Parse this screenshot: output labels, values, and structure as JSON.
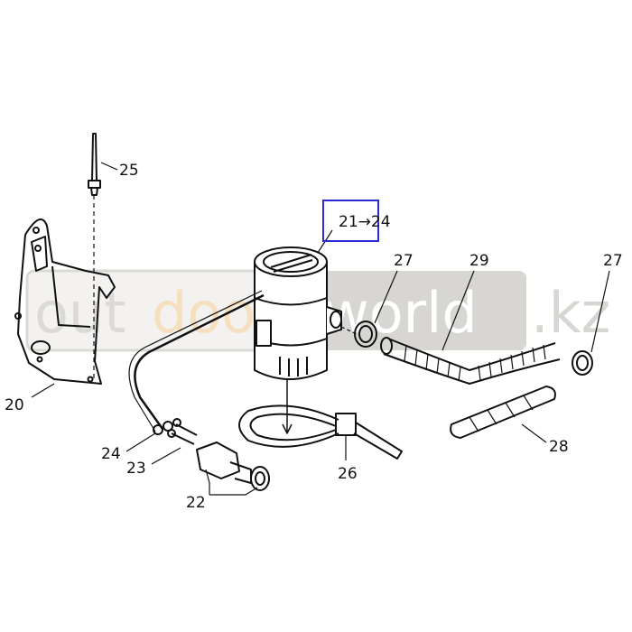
{
  "diagram": {
    "labels": {
      "p25": "25",
      "p21_24": "21→24",
      "p27a": "27",
      "p29": "29",
      "p27b": "27",
      "p20": "20",
      "p24": "24",
      "p23": "23",
      "p22": "22",
      "p26": "26",
      "p28": "28"
    },
    "highlight_color": "#2b2bd6"
  },
  "watermark": {
    "part1": "out",
    "part2": "door",
    "part3": "world",
    "part4": ".kz",
    "colors": {
      "grey": "#d0cfcb",
      "orange": "#f6dcb8",
      "white": "#ffffff"
    }
  }
}
